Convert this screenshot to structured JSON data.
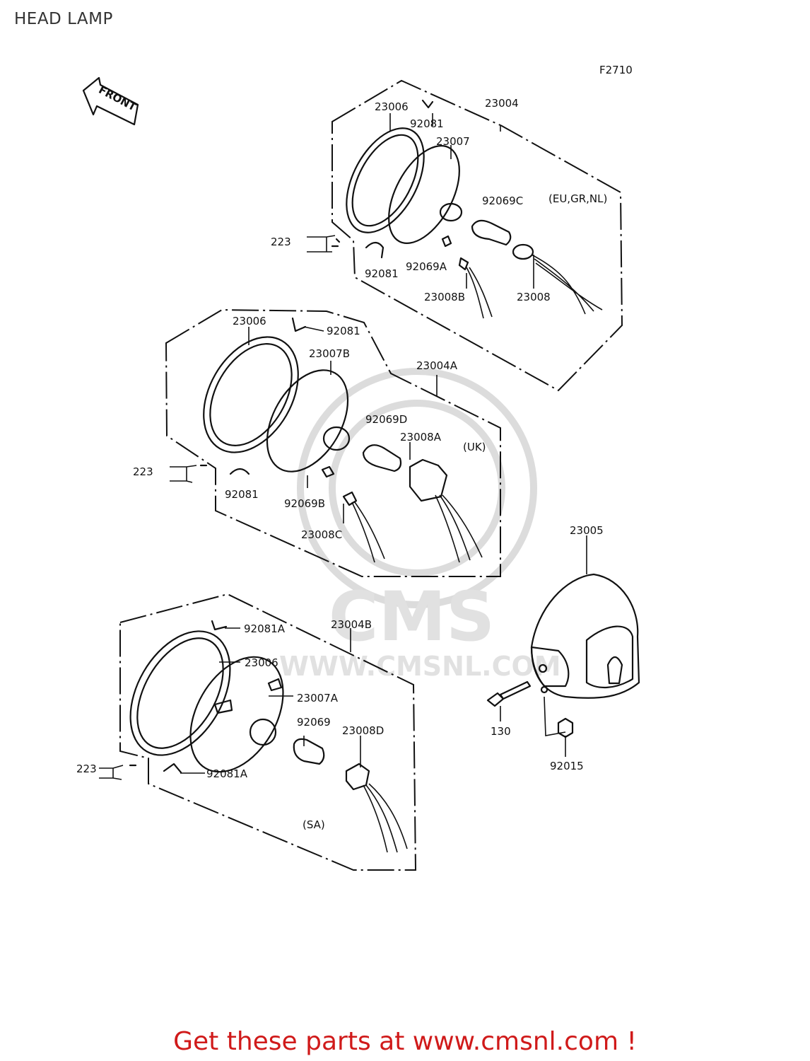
{
  "header": {
    "title": "HEAD LAMP"
  },
  "figure_code": "F2710",
  "front_arrow_label": "FRONT",
  "watermark": {
    "brand": "CMS",
    "url": "WWW.CMSNL.COM"
  },
  "groups": {
    "eu": {
      "code": "23004",
      "variant": "(EU,GR,NL)",
      "parts": [
        "23006",
        "92081",
        "23007",
        "92069C",
        "223",
        "92081",
        "92069A",
        "23008B",
        "23008"
      ]
    },
    "uk": {
      "code": "23004A",
      "variant": "(UK)",
      "parts": [
        "23006",
        "92081",
        "23007B",
        "92069D",
        "23008A",
        "223",
        "92081",
        "92069B",
        "23008C"
      ]
    },
    "sa": {
      "code": "23004B",
      "variant": "(SA)",
      "parts": [
        "92081A",
        "23006",
        "23007A",
        "92069",
        "23008D",
        "223",
        "92081A"
      ]
    }
  },
  "shell": {
    "code": "23005",
    "parts": [
      "130",
      "92015"
    ]
  },
  "footer": {
    "cta": "Get these parts at www.cmsnl.com !"
  },
  "colors": {
    "cta": "#d01a1a",
    "line": "#111111",
    "watermark": "#dcdcdc"
  }
}
